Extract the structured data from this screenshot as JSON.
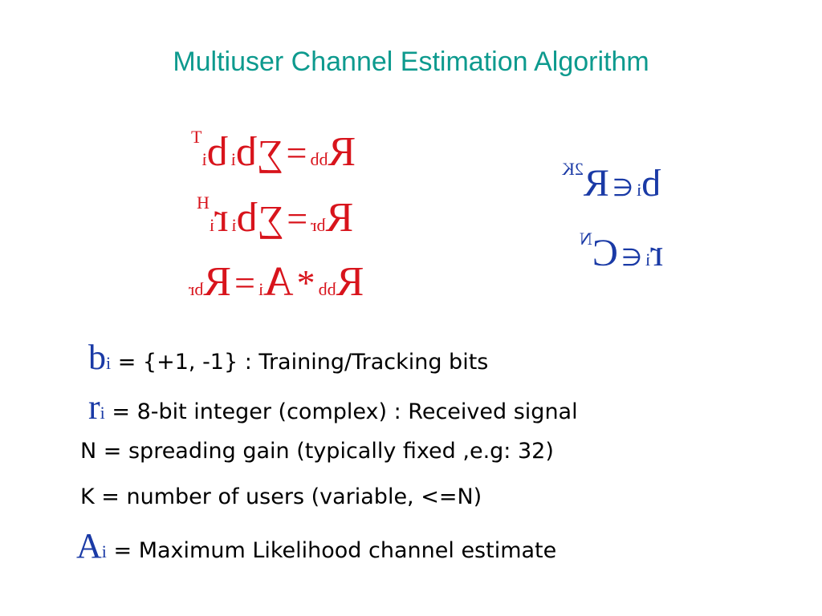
{
  "title": "Multiuser Channel Estimation Algorithm",
  "equations": {
    "eq1": {
      "lhs": "R",
      "lhs_sub": "bb",
      "equals": "=",
      "sigma": "∑",
      "b1": "b",
      "b1_sub": "i",
      "b2": "b",
      "b2_sub": "i",
      "sup": "T"
    },
    "eq2": {
      "lhs": "R",
      "lhs_sub": "br",
      "equals": "=",
      "sigma": "∑",
      "b1": "b",
      "b1_sub": "i",
      "r": "r",
      "r_sub": "i",
      "sup": "H"
    },
    "eq3": {
      "lhs": "R",
      "lhs_sub": "bb",
      "star": "*",
      "a": "A",
      "a_sub": "i",
      "equals": "=",
      "rhs": "R",
      "rhs_sub": "br"
    }
  },
  "sets": {
    "b_set": {
      "var": "b",
      "var_sub": "i",
      "in": "∈",
      "space": "R",
      "space_sup": "2K"
    },
    "r_set": {
      "var": "r",
      "var_sub": "i",
      "in": "∈",
      "space": "C",
      "space_sup": "N"
    }
  },
  "definitions": [
    {
      "symbol": "b",
      "symbol_sub": "i",
      "text": "= {+1, -1} : Training/Tracking bits"
    },
    {
      "symbol": "r",
      "symbol_sub": "i",
      "text": "= 8-bit integer (complex) : Received signal"
    },
    {
      "symbol": "",
      "symbol_sub": "",
      "text": "N  = spreading gain (typically fixed ,e.g: 32)"
    },
    {
      "symbol": "",
      "symbol_sub": "",
      "text": "K = number of users  (variable, <=N)"
    },
    {
      "symbol": "A",
      "symbol_sub": "i",
      "text": "= Maximum Likelihood channel estimate"
    }
  ],
  "colors": {
    "title": "#0d9a8e",
    "equation": "#d8141c",
    "symbol": "#1a3aa6",
    "text": "#000000"
  }
}
